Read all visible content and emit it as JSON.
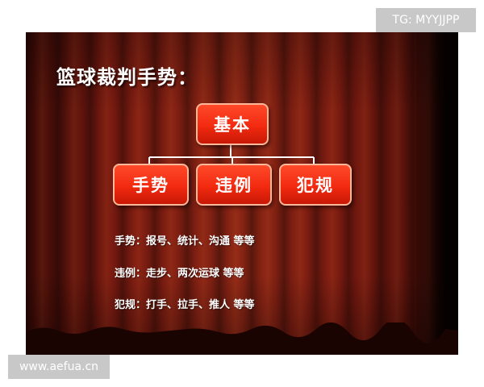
{
  "title": "篮球裁判手势：",
  "diagram": {
    "root": "基本",
    "children": [
      "手势",
      "违例",
      "犯规"
    ]
  },
  "notes": [
    "手势：报号、统计、沟通 等等",
    "违例：走步、两次运球 等等",
    "犯规：打手、拉手、推人 等等"
  ],
  "watermarks": {
    "top_right": "TG: MYYJJPP",
    "bottom_left": "www.aefua.cn"
  },
  "colors": {
    "box_fill": "#f22a10",
    "box_border": "#ffb89a",
    "curtain": "#8a2414",
    "connector": "#ffffff"
  }
}
